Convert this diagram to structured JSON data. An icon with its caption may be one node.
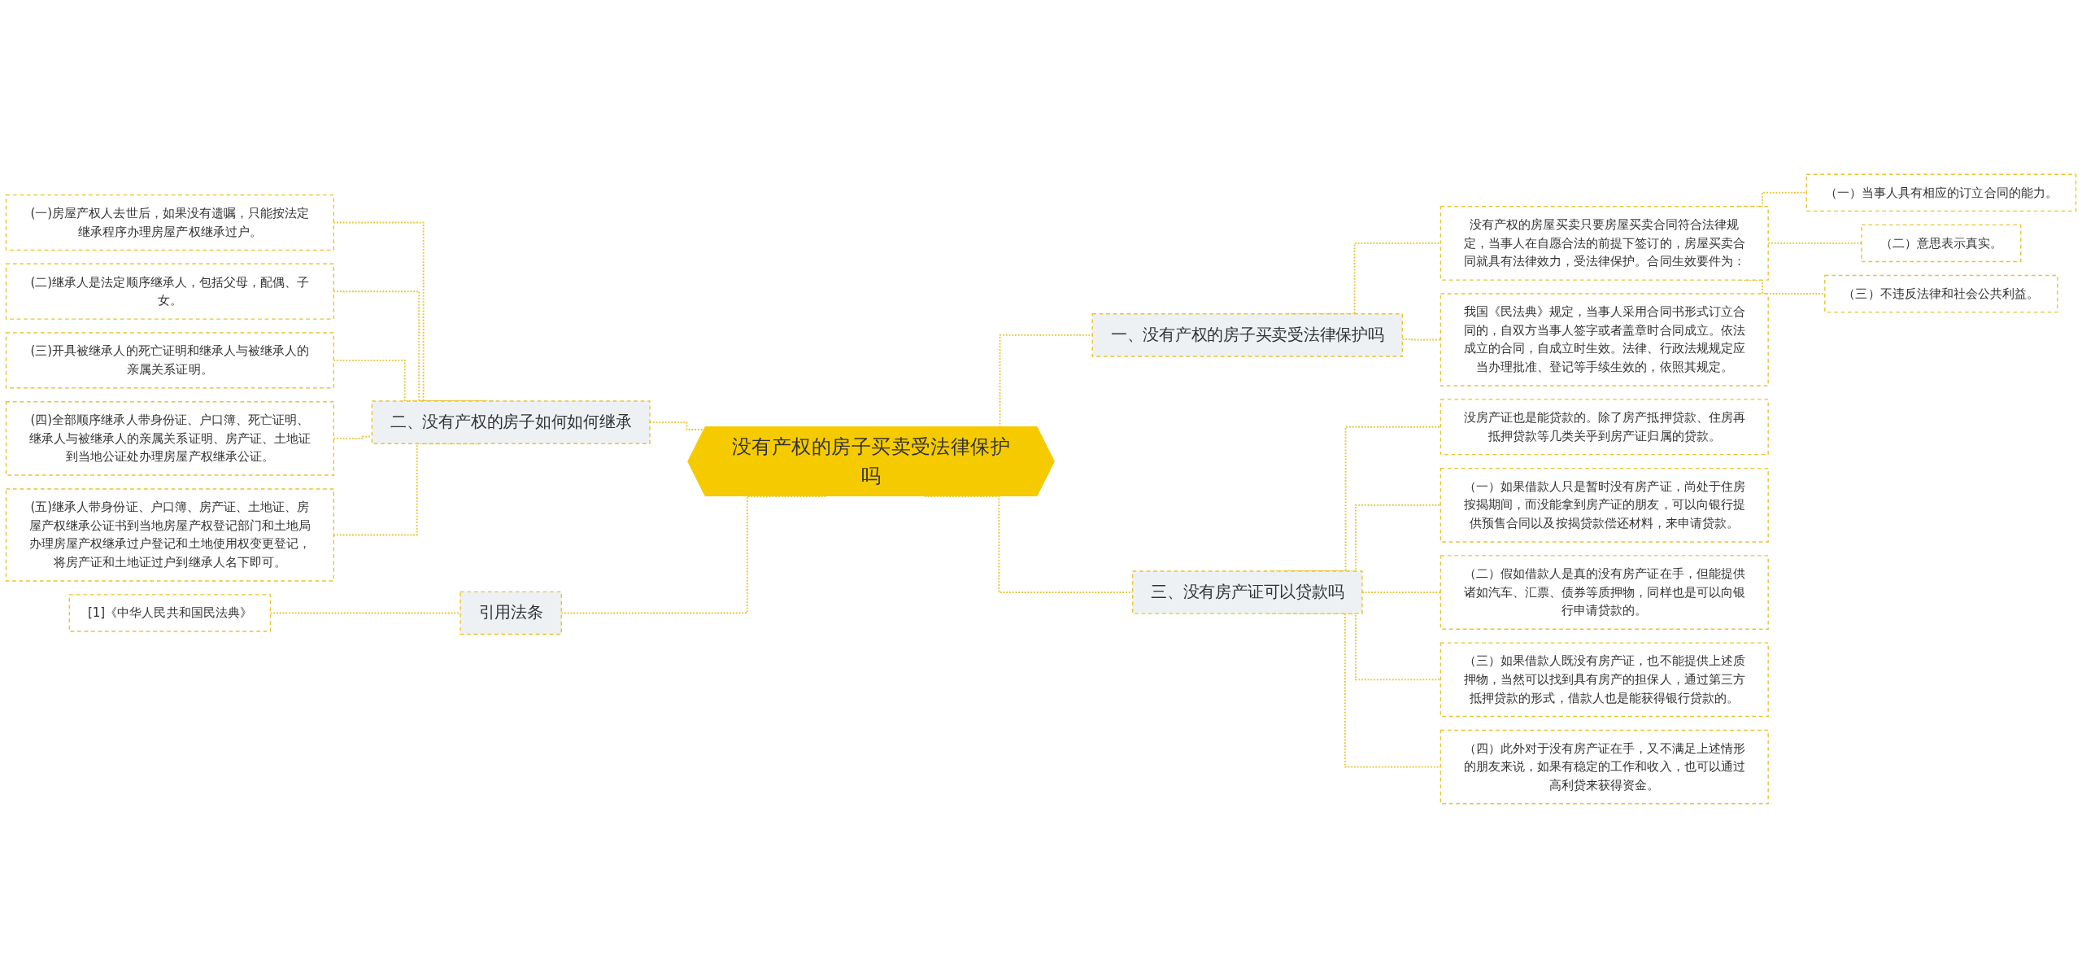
{
  "diagram": {
    "nodes": [
      {
        "text": [
          "没有产权的房子买卖受法律保护吗"
        ]
      },
      {
        "text": [
          "二、没有产权的房子如何如何继承"
        ]
      },
      {
        "text": [
          "(一)房屋产权人去世后，如果没有遗嘱，只能按法定继承程序办理房屋产权继承过户。"
        ]
      },
      {
        "text": [
          "(二)继承人是法定顺序继承人，包括父母，配偶、子女。"
        ]
      },
      {
        "text": [
          "(三)开具被继承人的死亡证明和继承人与被继承人的亲属关系证明。"
        ]
      },
      {
        "text": [
          "(四)全部顺序继承人带身份证、户口簿、死亡证明、继承人与被继承人的亲属关系证明、房产证、土地证到当地公证处办理房屋产权继承公证。"
        ]
      },
      {
        "text": [
          "(五)继承人带身份证、户口簿、房产证、土地证、房屋产权继承公证书到当地房屋产权登记部门和土地局办理房屋产权继承过户登记和土地使用权变更登记，将房产证和土地证过户到继承人名下即可。"
        ]
      },
      {
        "text": [
          "引用法条"
        ]
      },
      {
        "text": [
          "[1]《中华人民共和国民法典》"
        ]
      },
      {
        "text": [
          "一、没有产权的房子买卖受法律保护吗"
        ]
      },
      {
        "text": [
          "没有产权的房屋买卖只要房屋买卖合同符合法律规定，当事人在自愿合法的前提下签订的，房屋买卖合同就具有法律效力，受法律保护。合同生效要件为："
        ]
      },
      {
        "text": [
          "（一）当事人具有相应的订立合同的能力。"
        ]
      },
      {
        "text": [
          "（二）意思表示真实。"
        ]
      },
      {
        "text": [
          "（三）不违反法律和社会公共利益。"
        ]
      },
      {
        "text": [
          "我国《民法典》规定，当事人采用合同书形式订立合同的，自双方当事人签字或者盖章时合同成立。依法成立的合同，自成立时生效。法律、行政法规规定应当办理批准、登记等手续生效的，依照其规定。"
        ]
      },
      {
        "text": [
          "三、没有房产证可以贷款吗"
        ]
      },
      {
        "text": [
          "没房产证也是能贷款的。除了房产抵押贷款、住房再抵押贷款等几类关乎到房产证归属的贷款。"
        ]
      },
      {
        "text": [
          "（一）如果借款人只是暂时没有房产证，尚处于住房按揭期间，而没能拿到房产证的朋友，可以向银行提供预售合同以及按揭贷款偿还材料，来申请贷款。"
        ]
      },
      {
        "text": [
          "（二）假如借款人是真的没有房产证在手，但能提供诸如汽车、汇票、债券等质押物，同样也是可以向银行申请贷款的。"
        ]
      },
      {
        "text": [
          "（三）如果借款人既没有房产证，也不能提供上述质押物，当然可以找到具有房产的担保人，通过第三方抵押贷款的形式，借款人也是能获得银行贷款的。"
        ]
      },
      {
        "text": [
          "（四）此外对于没有房产证在手，又不满足上述情形的朋友来说，如果有稳定的工作和收入，也可以通过高利贷来获得资金。"
        ]
      }
    ],
    "edges": [
      {
        "from": 0,
        "to": 1,
        "arrow": "none",
        "style": "dashed"
      },
      {
        "from": 1,
        "to": 2,
        "arrow": "none",
        "style": "dashed"
      },
      {
        "from": 1,
        "to": 3,
        "arrow": "none",
        "style": "dashed"
      },
      {
        "from": 1,
        "to": 4,
        "arrow": "none",
        "style": "dashed"
      },
      {
        "from": 1,
        "to": 5,
        "arrow": "none",
        "style": "dashed"
      },
      {
        "from": 1,
        "to": 6,
        "arrow": "none",
        "style": "dashed"
      },
      {
        "from": 0,
        "to": 7,
        "arrow": "none",
        "style": "dashed"
      },
      {
        "from": 7,
        "to": 8,
        "arrow": "none",
        "style": "dashed"
      },
      {
        "from": 0,
        "to": 9,
        "arrow": "none",
        "style": "dashed"
      },
      {
        "from": 9,
        "to": 10,
        "arrow": "none",
        "style": "dashed"
      },
      {
        "from": 10,
        "to": 11,
        "arrow": "none",
        "style": "dashed"
      },
      {
        "from": 10,
        "to": 12,
        "arrow": "none",
        "style": "dashed"
      },
      {
        "from": 10,
        "to": 13,
        "arrow": "none",
        "style": "dashed"
      },
      {
        "from": 9,
        "to": 14,
        "arrow": "none",
        "style": "dashed"
      },
      {
        "from": 0,
        "to": 15,
        "arrow": "none",
        "style": "dashed"
      },
      {
        "from": 15,
        "to": 16,
        "arrow": "none",
        "style": "dashed"
      },
      {
        "from": 15,
        "to": 17,
        "arrow": "none",
        "style": "dashed"
      },
      {
        "from": 15,
        "to": 18,
        "arrow": "none",
        "style": "dashed"
      },
      {
        "from": 15,
        "to": 19,
        "arrow": "none",
        "style": "dashed"
      },
      {
        "from": 15,
        "to": 20,
        "arrow": "none",
        "style": "dashed"
      }
    ]
  }
}
